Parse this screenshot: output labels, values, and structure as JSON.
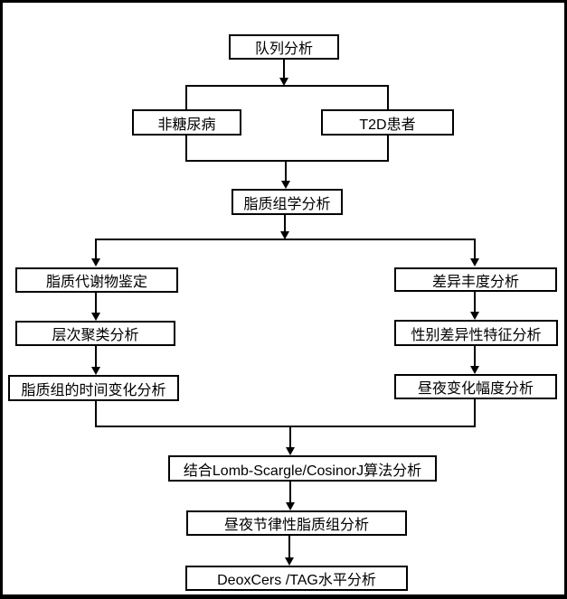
{
  "diagram": {
    "type": "flowchart",
    "title": "",
    "colors": {
      "background": "#ffffff",
      "frame_border": "#000000",
      "box_background": "#ffffff",
      "box_border": "#000000",
      "text": "#000000",
      "connector": "#000000"
    },
    "nodes": {
      "cohort": {
        "label": "队列分析"
      },
      "non_diabetic": {
        "label": "非糖尿病"
      },
      "t2d": {
        "label": "T2D患者"
      },
      "lipidomics": {
        "label": "脂质组学分析"
      },
      "lipid_metabolite_id": {
        "label": "脂质代谢物鉴定"
      },
      "hier_clustering": {
        "label": "层次聚类分析"
      },
      "temporal_change": {
        "label": "脂质组的时间变化分析"
      },
      "diff_abundance": {
        "label": "差异丰度分析"
      },
      "sex_diff": {
        "label": "性别差异性特征分析"
      },
      "diurnal_amplitude": {
        "label": "昼夜变化幅度分析"
      },
      "lomb_scargle": {
        "label": "结合Lomb-Scargle/CosinorJ算法分析"
      },
      "circadian_lipidome": {
        "label": "昼夜节律性脂质组分析"
      },
      "deoxcers_tag": {
        "label": "DeoxCers /TAG水平分析"
      }
    },
    "edges": [
      {
        "from": "cohort",
        "to": "non_diabetic"
      },
      {
        "from": "cohort",
        "to": "t2d"
      },
      {
        "from": "non_diabetic",
        "to": "lipidomics"
      },
      {
        "from": "t2d",
        "to": "lipidomics"
      },
      {
        "from": "lipidomics",
        "to": "lipid_metabolite_id"
      },
      {
        "from": "lipidomics",
        "to": "diff_abundance"
      },
      {
        "from": "lipid_metabolite_id",
        "to": "hier_clustering"
      },
      {
        "from": "hier_clustering",
        "to": "temporal_change"
      },
      {
        "from": "diff_abundance",
        "to": "sex_diff"
      },
      {
        "from": "sex_diff",
        "to": "diurnal_amplitude"
      },
      {
        "from": "temporal_change",
        "to": "lomb_scargle"
      },
      {
        "from": "diurnal_amplitude",
        "to": "lomb_scargle"
      },
      {
        "from": "lomb_scargle",
        "to": "circadian_lipidome"
      },
      {
        "from": "circadian_lipidome",
        "to": "deoxcers_tag"
      }
    ]
  }
}
